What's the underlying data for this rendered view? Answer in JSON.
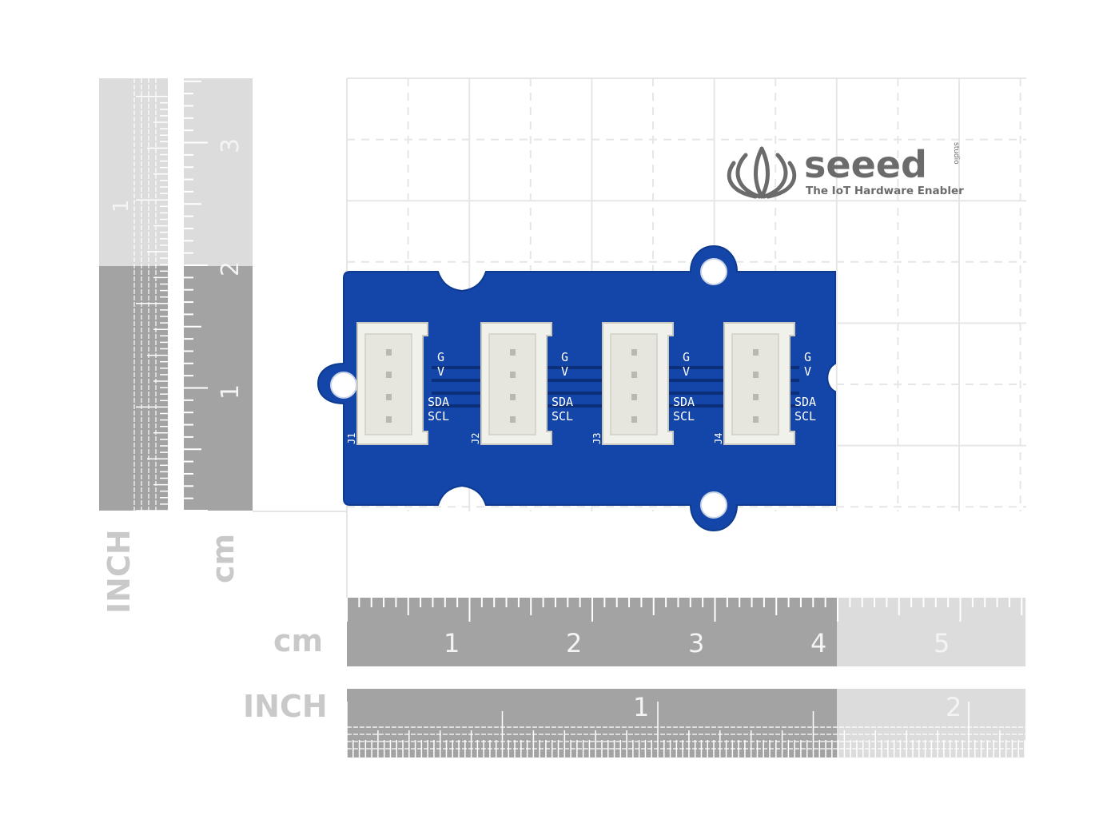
{
  "brand": {
    "name": "seeed",
    "suffix": "studio",
    "tagline": "The IoT Hardware Enabler"
  },
  "rulers": {
    "vertical_inch_label": "INCH",
    "vertical_cm_label": "cm",
    "vertical_inch_numbers": [
      "1"
    ],
    "vertical_cm_numbers": [
      "1",
      "2",
      "3"
    ],
    "horizontal_cm_label": "cm",
    "horizontal_cm_numbers": [
      "1",
      "2",
      "3",
      "4",
      "5"
    ],
    "horizontal_inch_label": "INCH",
    "horizontal_inch_numbers": [
      "1",
      "2"
    ]
  },
  "board": {
    "color": "#1346a8",
    "connectors": [
      {
        "ref": "J1",
        "pins": [
          "G",
          "V",
          "SDA",
          "SCL"
        ]
      },
      {
        "ref": "J2",
        "pins": [
          "G",
          "V",
          "SDA",
          "SCL"
        ]
      },
      {
        "ref": "J3",
        "pins": [
          "G",
          "V",
          "SDA",
          "SCL"
        ]
      },
      {
        "ref": "J4",
        "pins": [
          "G",
          "V",
          "SDA",
          "SCL"
        ]
      }
    ]
  }
}
